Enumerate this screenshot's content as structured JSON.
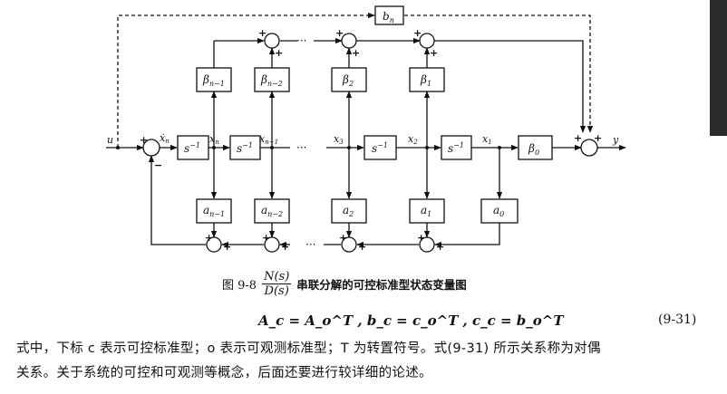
{
  "diagram": {
    "blocks": {
      "bn": "b",
      "bn_sub": "n",
      "beta_n1": "β",
      "beta_n1_sub": "n−1",
      "beta_n2": "β",
      "beta_n2_sub": "n−2",
      "beta2": "β",
      "beta2_sub": "2",
      "beta1": "β",
      "beta1_sub": "1",
      "beta0": "β",
      "beta0_sub": "0",
      "integrator": "s",
      "integrator_sup": "−1",
      "a_n1": "a",
      "a_n1_sub": "n−1",
      "a_n2": "a",
      "a_n2_sub": "n−2",
      "a2": "a",
      "a2_sub": "2",
      "a1": "a",
      "a1_sub": "1",
      "a0": "a",
      "a0_sub": "0"
    },
    "signals": {
      "u": "u",
      "y": "y",
      "xn_dot": "ẋ",
      "xn_dot_sub": "n",
      "xn": "x",
      "xn_sub": "n",
      "xn1": "x",
      "xn1_sub": "n−1",
      "x3": "x",
      "x3_sub": "3",
      "x2": "x",
      "x2_sub": "2",
      "x1": "x",
      "x1_sub": "1"
    },
    "signs": {
      "plus": "+",
      "minus": "−"
    },
    "ellipsis": "···"
  },
  "caption": {
    "figure_no": "图 9-8",
    "numerator": "N(s)",
    "denominator": "D(s)",
    "title": "串联分解的可控标准型状态变量图"
  },
  "equation": {
    "text": "A_c = A_o^T ,   b_c = c_o^T ,   c_c = b_o^T",
    "number": "(9-31)"
  },
  "paragraph": {
    "line1": "式中，下标 c 表示可控标准型；o 表示可观测标准型；T 为转置符号。式(9-31) 所示关系称为对偶",
    "line2": "关系。关于系统的可控和可观测等概念，后面还要进行较详细的论述。"
  }
}
